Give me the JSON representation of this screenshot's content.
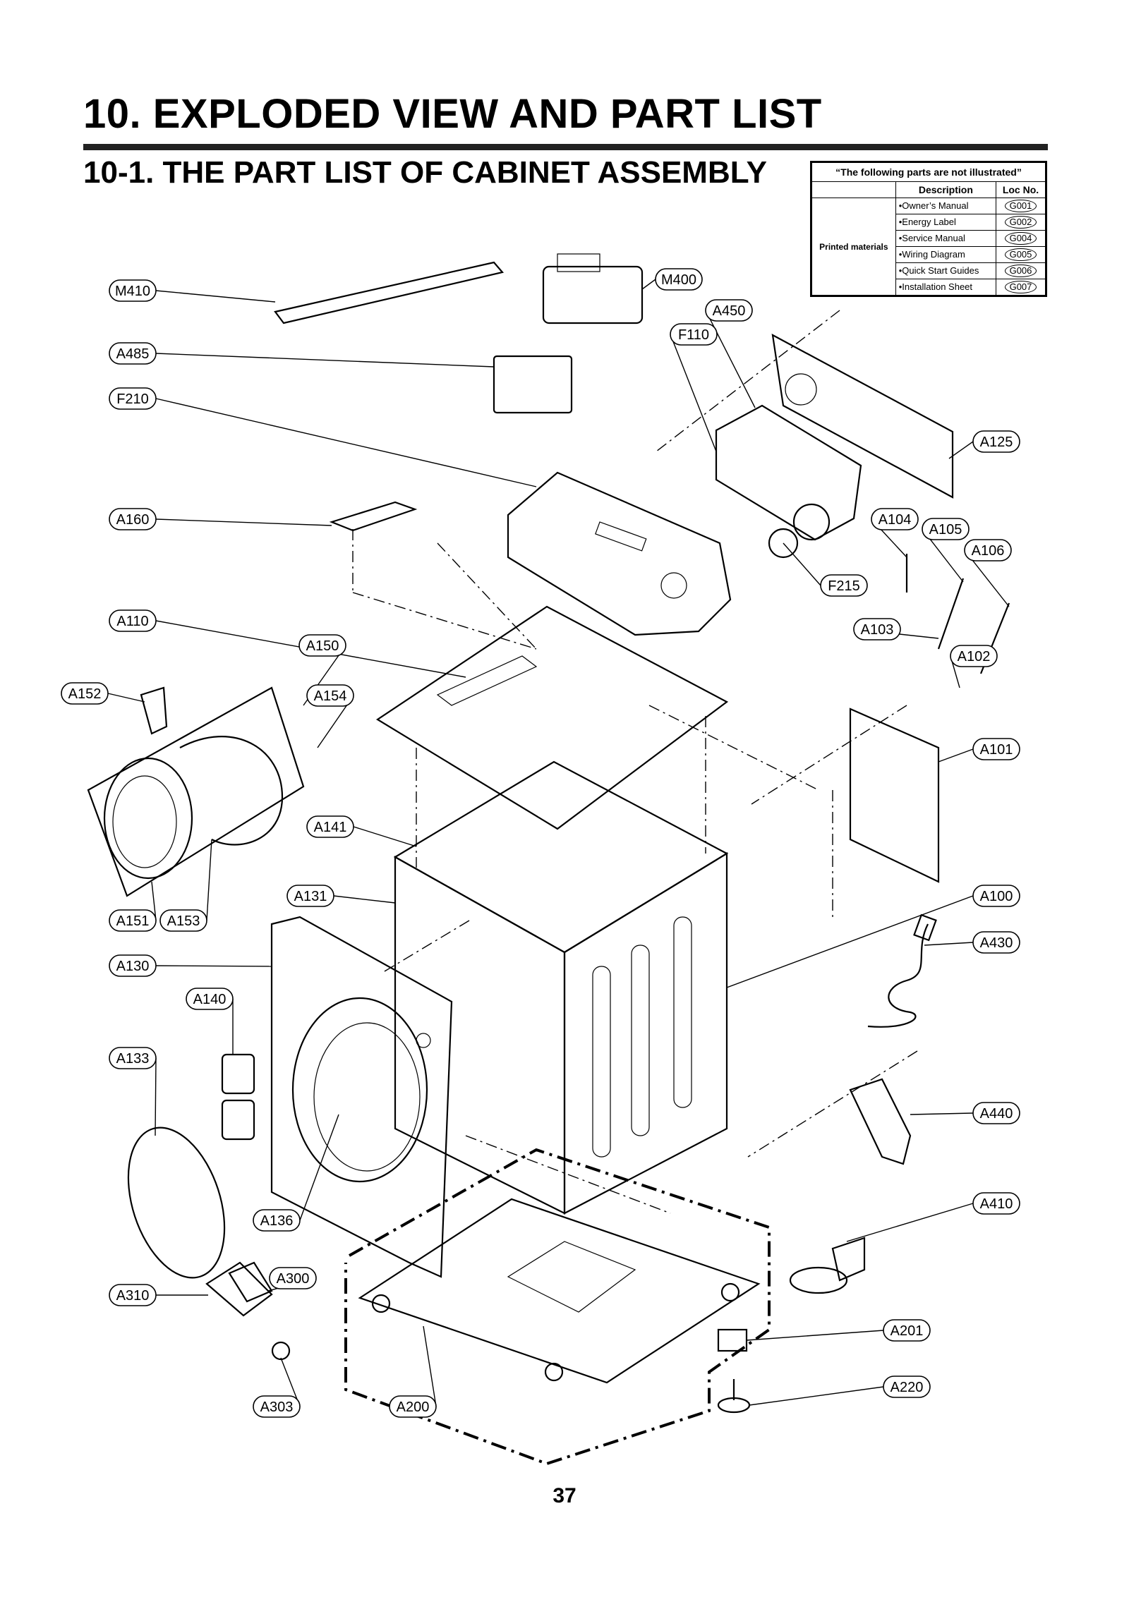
{
  "title": "10.  EXPLODED VIEW AND PART LIST",
  "subtitle": "10-1. THE PART LIST OF CABINET ASSEMBLY",
  "page_number": "37",
  "not_illustrated": {
    "heading": "“The following parts are not illustrated”",
    "col_description": "Description",
    "col_loc": "Loc No.",
    "category": "Printed materials",
    "rows": [
      {
        "description": "•Owner’s Manual",
        "loc": "G001"
      },
      {
        "description": "•Energy Label",
        "loc": "G002"
      },
      {
        "description": "•Service Manual",
        "loc": "G004"
      },
      {
        "description": "•Wiring Diagram",
        "loc": "G005"
      },
      {
        "description": "•Quick Start Guides",
        "loc": "G006"
      },
      {
        "description": "•Installation Sheet",
        "loc": "G007"
      }
    ]
  },
  "callouts": [
    "M410",
    "M400",
    "A450",
    "F110",
    "A485",
    "F210",
    "A125",
    "A160",
    "A104",
    "A105",
    "A106",
    "F215",
    "A110",
    "A103",
    "A150",
    "A102",
    "A152",
    "A154",
    "A101",
    "A141",
    "A131",
    "A100",
    "A151",
    "A153",
    "A430",
    "A130",
    "A140",
    "A133",
    "A440",
    "A410",
    "A136",
    "A300",
    "A310",
    "A201",
    "A220",
    "A303",
    "A200"
  ]
}
